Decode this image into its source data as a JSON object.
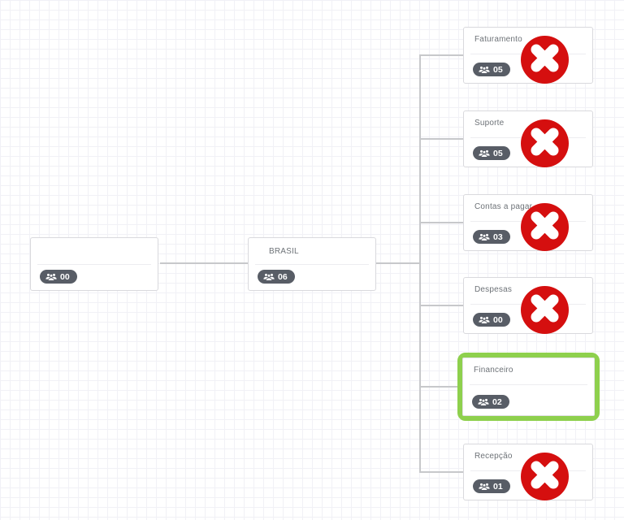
{
  "chart": {
    "type": "org-chart",
    "nodes": [
      {
        "id": "root",
        "title": "",
        "count": "00",
        "deletable": false,
        "selected": false
      },
      {
        "id": "brasil",
        "title": "BRASIL",
        "count": "06",
        "deletable": false,
        "selected": false
      },
      {
        "id": "faturamento",
        "title": "Faturamento",
        "count": "05",
        "deletable": true,
        "selected": false
      },
      {
        "id": "suporte",
        "title": "Suporte",
        "count": "05",
        "deletable": true,
        "selected": false
      },
      {
        "id": "contas",
        "title": "Contas a pagar",
        "count": "03",
        "deletable": true,
        "selected": false
      },
      {
        "id": "despesas",
        "title": "Despesas",
        "count": "00",
        "deletable": true,
        "selected": false
      },
      {
        "id": "financeiro",
        "title": "Financeiro",
        "count": "02",
        "deletable": false,
        "selected": true
      },
      {
        "id": "recepcao",
        "title": "Recepção",
        "count": "01",
        "deletable": true,
        "selected": false
      }
    ],
    "icons": {
      "badge_icon": "users-group-icon",
      "delete_icon": "x-cross-icon"
    },
    "colors": {
      "delete_red": "#d50f0f",
      "selection_green": "#8ed04d",
      "badge_bg": "#585d66",
      "connector_gray": "#c7c8cb",
      "title_gray": "#6d7277"
    }
  }
}
